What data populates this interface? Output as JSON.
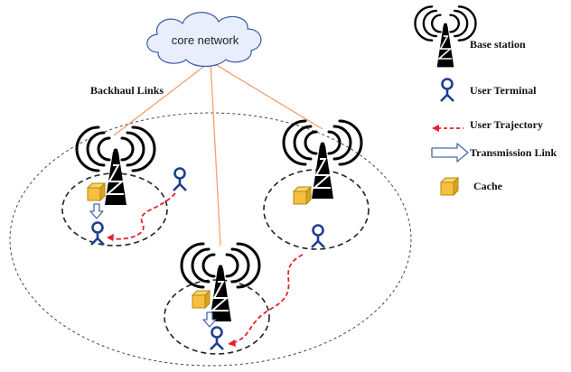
{
  "diagram": {
    "cloud_label": "core network",
    "backhaul_label": "Backhaul Links"
  },
  "legend": {
    "base_station": "Base station",
    "user_terminal": "User Terminal",
    "user_trajectory": "User Trajectory",
    "transmission_link": "Transmission Link",
    "cache": "Cache"
  },
  "colors": {
    "backhaul_line": "#f0a070",
    "trajectory": "#e8202a",
    "cache_fill": "#f5c040",
    "cache_stroke": "#b58a10",
    "user_terminal": "#1f3f8f",
    "tower": "#000000",
    "cloud_fill": "#e8eefc",
    "cloud_stroke": "#3c5aa6",
    "transmission_stroke": "#4a6aa8"
  }
}
